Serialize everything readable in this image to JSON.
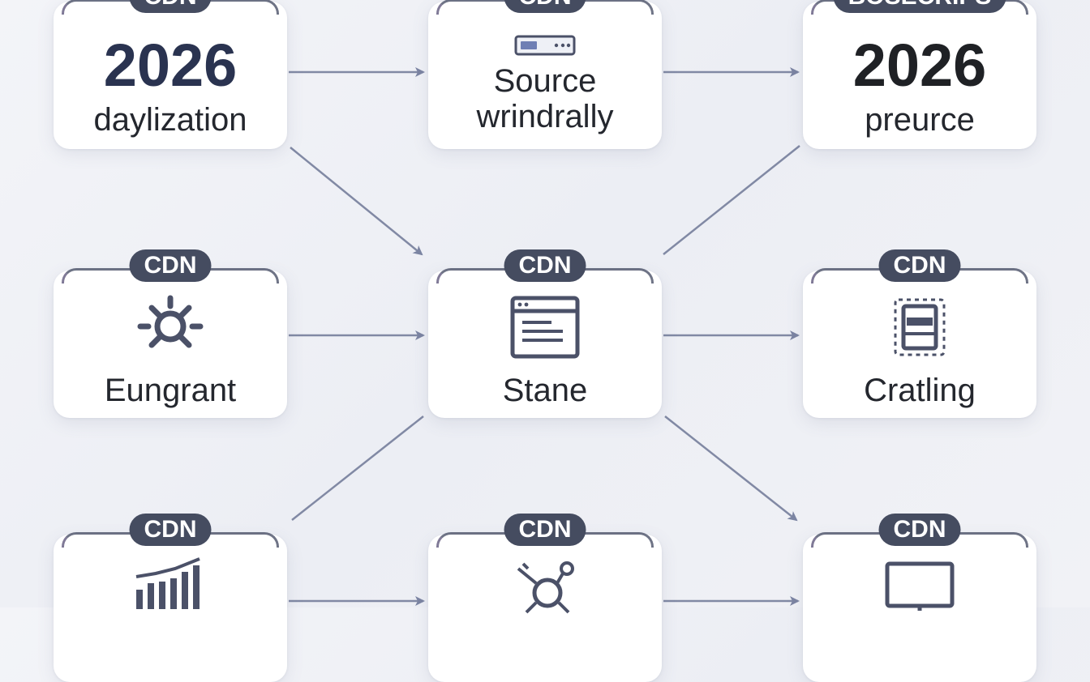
{
  "colors": {
    "background": "#eff1f5",
    "node_fill": "#ffffff",
    "badge_fill": "#454c60",
    "badge_text": "#ffffff",
    "edge": "#8189a4",
    "arrow": "#7b84a2",
    "year_blue": "#2a3350",
    "year_dark": "#1f2125"
  },
  "nodes": {
    "top_left": {
      "badge": "CDN",
      "year": "2026",
      "label": "daylization"
    },
    "top_middle": {
      "badge": "CDN",
      "icon": "server-icon",
      "label_line1": "Source",
      "label_line2": "wrindrally"
    },
    "top_right": {
      "badge": "BOSECRIPS",
      "year": "2026",
      "label": "preurce"
    },
    "mid_left": {
      "badge": "CDN",
      "icon": "gear-icon",
      "label": "Eungrant"
    },
    "mid_middle": {
      "badge": "CDN",
      "icon": "browser-window-icon",
      "label": "Stane"
    },
    "mid_right": {
      "badge": "CDN",
      "icon": "database-icon",
      "label": "Cratling"
    },
    "bottom_left": {
      "badge": "CDN",
      "icon": "bar-chart-icon",
      "label": ""
    },
    "bottom_middle": {
      "badge": "CDN",
      "icon": "network-icon",
      "label": ""
    },
    "bottom_right": {
      "badge": "CDN",
      "icon": "monitor-icon",
      "label": ""
    }
  },
  "edges": [
    {
      "from": "top_left",
      "to": "top_middle"
    },
    {
      "from": "top_middle",
      "to": "top_right"
    },
    {
      "from": "top_left",
      "to": "mid_middle"
    },
    {
      "from": "mid_middle",
      "to": "top_right"
    },
    {
      "from": "mid_left",
      "to": "mid_middle"
    },
    {
      "from": "mid_middle",
      "to": "mid_right"
    },
    {
      "from": "bottom_left",
      "to": "mid_middle"
    },
    {
      "from": "mid_middle",
      "to": "bottom_right"
    },
    {
      "from": "bottom_left",
      "to": "bottom_middle"
    },
    {
      "from": "bottom_middle",
      "to": "bottom_right"
    }
  ]
}
